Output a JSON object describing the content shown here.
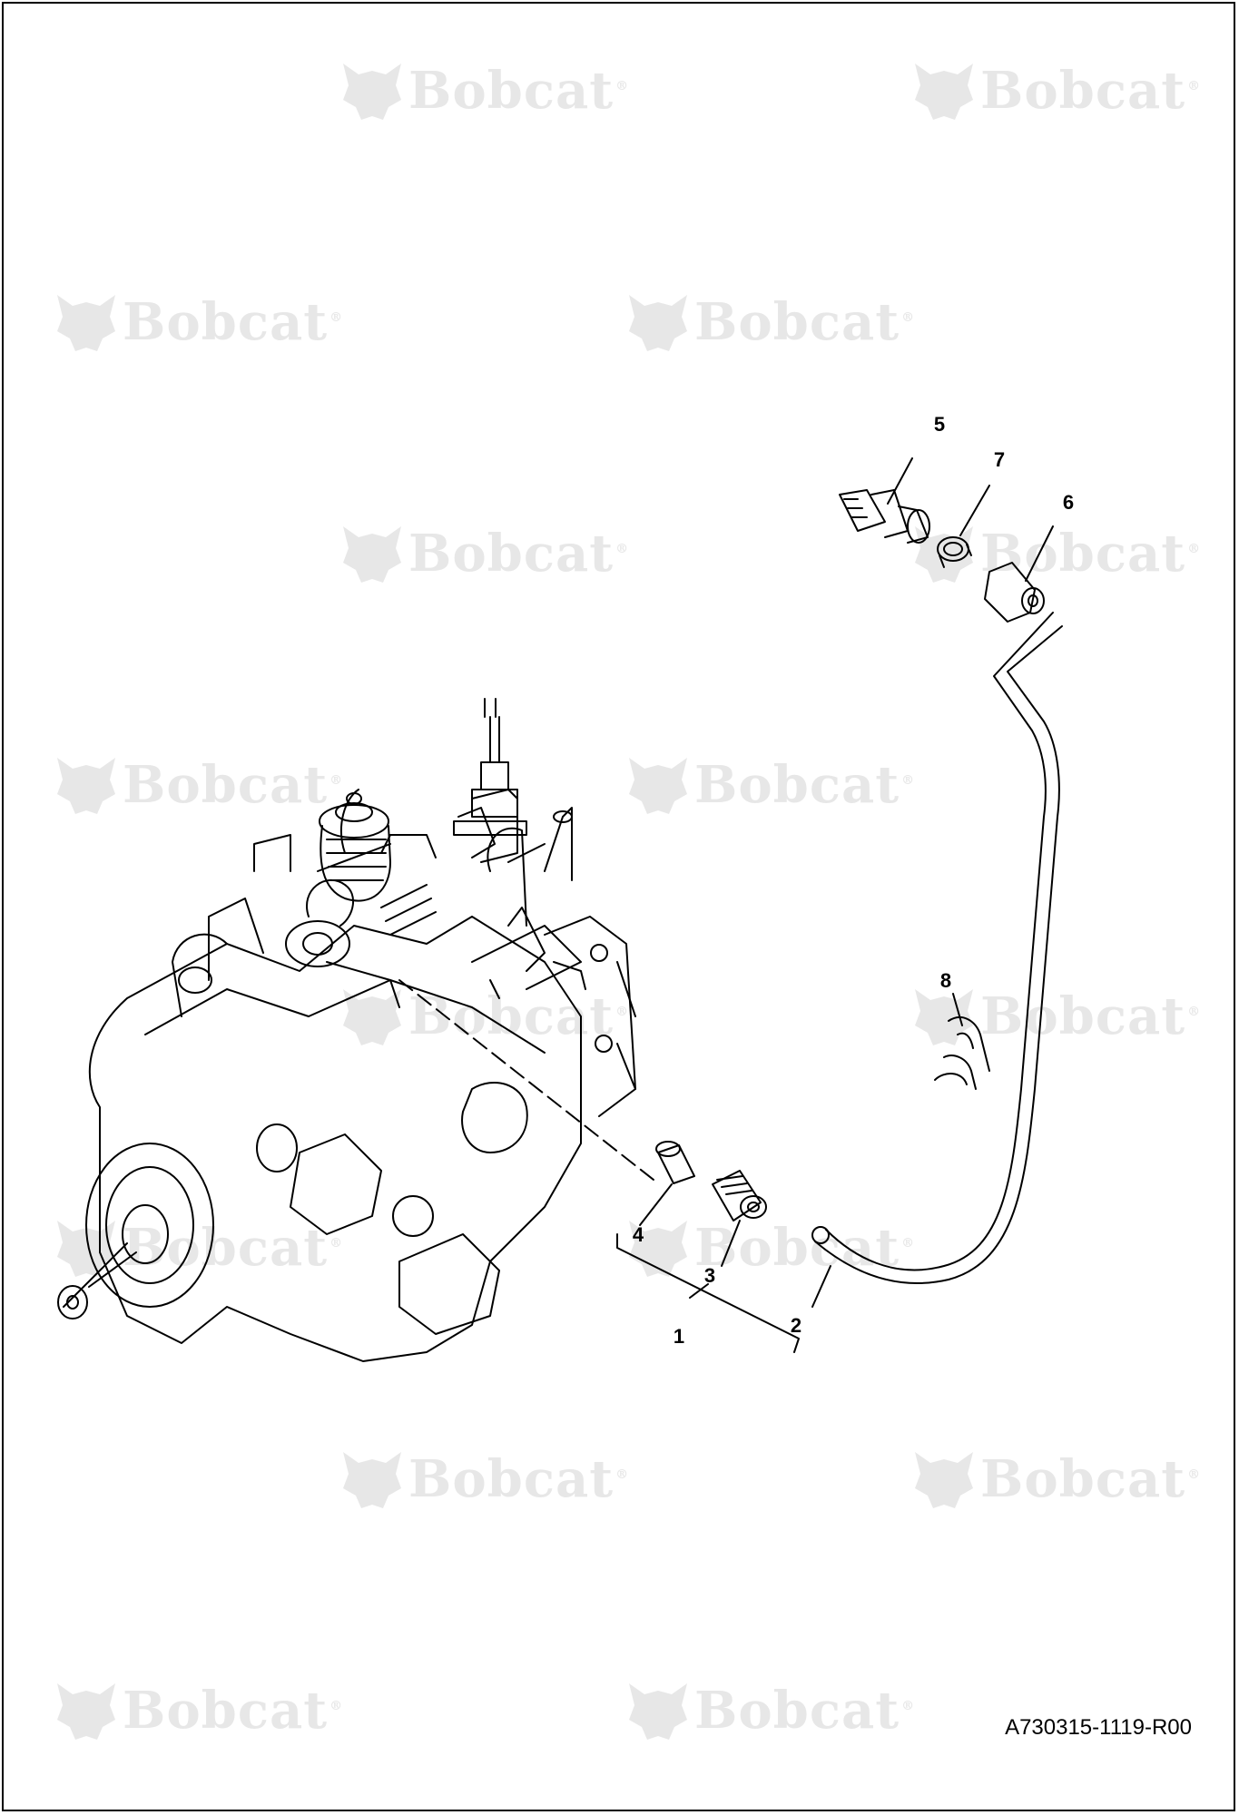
{
  "watermark": {
    "brand_text": "Bobcat",
    "registered_mark": "®",
    "logo_icon": "bobcat-head-logo-icon",
    "color": "#d9d9d9"
  },
  "callouts": [
    {
      "id": "callout-1",
      "label": "1"
    },
    {
      "id": "callout-2",
      "label": "2"
    },
    {
      "id": "callout-3",
      "label": "3"
    },
    {
      "id": "callout-4",
      "label": "4"
    },
    {
      "id": "callout-5",
      "label": "5"
    },
    {
      "id": "callout-6",
      "label": "6"
    },
    {
      "id": "callout-7",
      "label": "7"
    },
    {
      "id": "callout-8",
      "label": "8"
    }
  ],
  "drawing_id": "A730315-1119-R00",
  "colors": {
    "line": "#000000",
    "background": "#ffffff"
  }
}
